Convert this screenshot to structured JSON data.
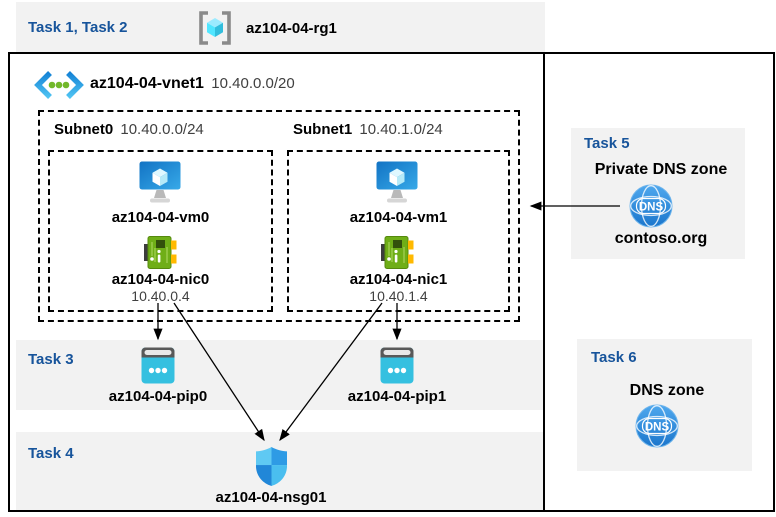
{
  "colors": {
    "task_label_blue": "#17549B",
    "panel_gray": "#F2F2F2",
    "muted_text": "#404040",
    "arrow_black": "#000000",
    "dns_blue": "#2E8FDE",
    "pip_cyan": "#35C0E0",
    "nic_green": "#6FAE17",
    "vm_blue": "#1273C4"
  },
  "header": {
    "tasks_label": "Task 1, Task 2",
    "resource_group_name": "az104-04-rg1"
  },
  "vnet": {
    "name": "az104-04-vnet1",
    "cidr": "10.40.0.0/20"
  },
  "subnets": [
    {
      "name": "Subnet0",
      "cidr": "10.40.0.0/24",
      "vm_name": "az104-04-vm0",
      "nic_name": "az104-04-nic0",
      "nic_ip": "10.40.0.4"
    },
    {
      "name": "Subnet1",
      "cidr": "10.40.1.0/24",
      "vm_name": "az104-04-vm1",
      "nic_name": "az104-04-nic1",
      "nic_ip": "10.40.1.4"
    }
  ],
  "task3": {
    "label": "Task 3",
    "pip0": "az104-04-pip0",
    "pip1": "az104-04-pip1"
  },
  "task4": {
    "label": "Task 4",
    "nsg_name": "az104-04-nsg01"
  },
  "task5": {
    "label": "Task 5",
    "title": "Private DNS zone",
    "zone_name": "contoso.org",
    "icon_text": "DNS"
  },
  "task6": {
    "label": "Task 6",
    "title": "DNS zone",
    "icon_text": "DNS"
  },
  "connections": [
    {
      "from": "az104-04-nic0",
      "to": "az104-04-pip0"
    },
    {
      "from": "az104-04-nic0",
      "to": "az104-04-nsg01"
    },
    {
      "from": "az104-04-nic1",
      "to": "az104-04-pip1"
    },
    {
      "from": "az104-04-nic1",
      "to": "az104-04-nsg01"
    },
    {
      "from": "contoso.org",
      "to": "az104-04-vnet1"
    }
  ]
}
